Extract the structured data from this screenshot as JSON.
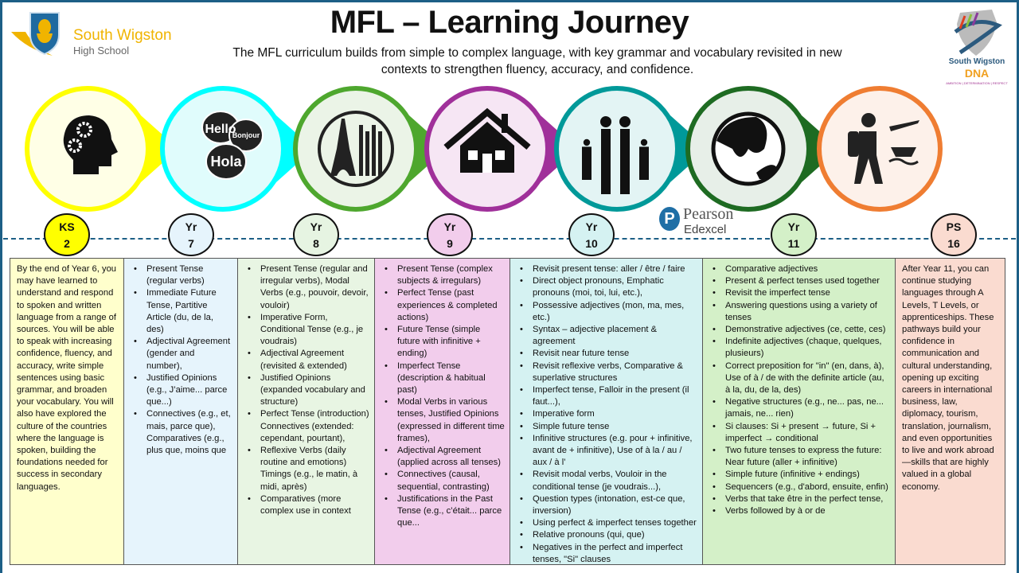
{
  "header": {
    "title": "MFL – Learning Journey",
    "subtitle": "The MFL curriculum builds from simple to complex language, with key grammar and vocabulary revisited in new contexts to strengthen fluency, accuracy, and confidence.",
    "school_logo": {
      "name": "South Wigston",
      "sub": "High School"
    },
    "dna_logo": {
      "line1": "South Wigston",
      "line2": "DNA",
      "tagline": "AMBITION | DETERMINATION | RESPECT"
    }
  },
  "exam_board": {
    "name": "Pearson",
    "sub": "Edexcel"
  },
  "speech_bubbles": [
    "Hello",
    "Bonjour",
    "Hola"
  ],
  "stages": [
    {
      "id": "ks2",
      "icon": "head-gears-icon",
      "label1": "KS",
      "label2": "2",
      "ring": "#ffff00",
      "fill": "#ffffe6",
      "badge": "#ffff00",
      "col_bg": "#ffffcc"
    },
    {
      "id": "yr7",
      "icon": "speech-bubbles-icon",
      "label1": "Yr",
      "label2": "7",
      "ring": "#00ffff",
      "fill": "#e0fcfc",
      "badge": "#e6f4fc",
      "col_bg": "#e6f4fc"
    },
    {
      "id": "yr8",
      "icon": "landmarks-icon",
      "label1": "Yr",
      "label2": "8",
      "ring": "#4ea72e",
      "fill": "#ebf4e7",
      "badge": "#e6f4e2",
      "col_bg": "#e8f5e3"
    },
    {
      "id": "yr9",
      "icon": "house-icon",
      "label1": "Yr",
      "label2": "9",
      "ring": "#a0309a",
      "fill": "#f6e6f4",
      "badge": "#f2cdec",
      "col_bg": "#f2cdec"
    },
    {
      "id": "yr10",
      "icon": "family-icon",
      "label1": "Yr",
      "label2": "10",
      "ring": "#009999",
      "fill": "#e3f4f4",
      "badge": "#d5f2f2",
      "col_bg": "#d5f2f2"
    },
    {
      "id": "yr11",
      "icon": "globe-icon",
      "label1": "Yr",
      "label2": "11",
      "ring": "#1e6b22",
      "fill": "#e7efe8",
      "badge": "#d4f0c8",
      "col_bg": "#d4f0c8"
    },
    {
      "id": "ps16",
      "icon": "traveller-icon",
      "label1": "PS",
      "label2": "16",
      "ring": "#ef7d32",
      "fill": "#fdf1ea",
      "badge": "#fadbd0",
      "col_bg": "#fadbd0"
    }
  ],
  "columns": [
    {
      "text": "By the end of Year 6, you may have learned to understand and respond to spoken and written language from a range of sources. You will be able to speak with increasing confidence, fluency, and accuracy, write simple sentences using basic grammar, and broaden your vocabulary. You will also have explored the culture of the countries where the language is spoken, building the foundations needed for success in secondary languages."
    },
    {
      "items": [
        "Present Tense (regular verbs)",
        "Immediate Future Tense, Partitive Article (du, de la, des)",
        "Adjectival Agreement (gender and number),",
        "Justified Opinions (e.g., J’aime... parce que...)",
        "Connectives (e.g., et, mais, parce que), Comparatives (e.g., plus que, moins que"
      ]
    },
    {
      "items": [
        "Present Tense (regular and irregular verbs), Modal Verbs (e.g., pouvoir, devoir, vouloir)",
        "Imperative Form, Conditional Tense (e.g., je voudrais)",
        "Adjectival Agreement (revisited & extended)",
        "Justified Opinions (expanded vocabulary and structure)",
        "Perfect Tense (introduction) Connectives (extended: cependant, pourtant),",
        "Reflexive Verbs (daily routine and emotions) Timings (e.g., le matin, à midi, après)",
        "Comparatives (more complex use in context"
      ]
    },
    {
      "items": [
        "Present Tense (complex subjects & irregulars)",
        "Perfect Tense (past experiences & completed actions)",
        "Future Tense (simple future with infinitive + ending)",
        "Imperfect Tense (description & habitual past)",
        "Modal Verbs in various tenses, Justified Opinions (expressed in different time frames),",
        "Adjectival Agreement (applied across all tenses)",
        "Connectives (causal, sequential, contrasting)",
        "Justifications in the Past Tense (e.g., c’était... parce que..."
      ]
    },
    {
      "items": [
        "Revisit present tense: aller / être / faire",
        "Direct object pronouns, Emphatic pronouns (moi, toi, lui, etc.),",
        "Possessive adjectives (mon, ma, mes, etc.)",
        "Syntax – adjective placement & agreement",
        "Revisit near future tense",
        "Revisit reflexive verbs, Comparative & superlative structures",
        "Imperfect tense, Falloir in the present (il faut...),",
        "Imperative form",
        "Simple future tense",
        "Infinitive structures (e.g. pour + infinitive, avant de + infinitive), Use of à la / au / aux / à l’",
        "Revisit modal verbs, Vouloir in the conditional tense (je voudrais...),",
        "Question types (intonation, est-ce que, inversion)",
        "Using perfect & imperfect tenses together",
        "Relative pronouns (qui, que)",
        "Negatives in the perfect and imperfect tenses, \"Si\" clauses"
      ]
    },
    {
      "items": [
        "Comparative adjectives",
        "Present & perfect tenses used together",
        "Revisit the imperfect tense",
        "Answering questions using a variety of tenses",
        "Demonstrative adjectives (ce, cette, ces)",
        "Indefinite adjectives (chaque, quelques, plusieurs)",
        "Correct preposition for \"in\" (en, dans, à), Use of à / de with the definite article (au, à la, du, de la, des)",
        "Negative structures (e.g., ne... pas, ne... jamais, ne... rien)",
        "Si clauses: Si + present → future, Si + imperfect → conditional",
        "Two future tenses to express the future: Near future (aller + infinitive)",
        "Simple future (infinitive + endings)",
        "Sequencers (e.g., d'abord, ensuite, enfin)",
        "Verbs that take être in the perfect tense,",
        "Verbs followed by à or de"
      ]
    },
    {
      "text": "After Year 11, you can continue studying languages through A Levels, T Levels, or apprenticeships. These pathways build your confidence in communication and cultural understanding, opening up exciting careers in international business, law, diplomacy, tourism, translation, journalism, and even opportunities to live and work abroad—skills that are highly valued in a global economy."
    }
  ]
}
